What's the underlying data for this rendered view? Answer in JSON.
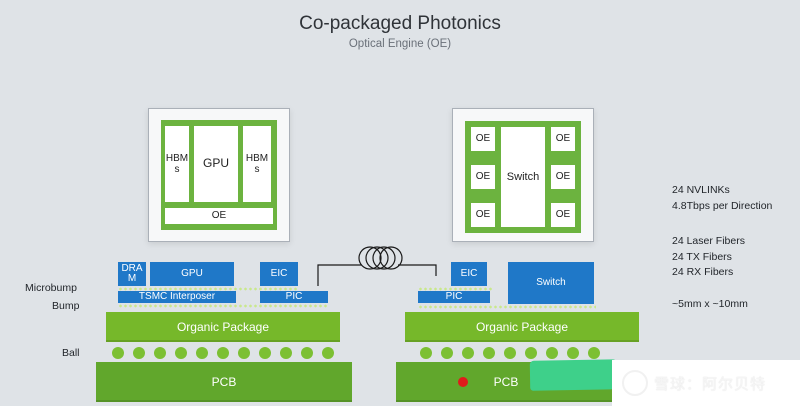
{
  "title": "Co-packaged Photonics",
  "subtitle": "Optical Engine (OE)",
  "gpu_top": {
    "hbm_left": "HBM s",
    "gpu": "GPU",
    "hbm_right": "HBM s",
    "oe": "OE"
  },
  "switch_top": {
    "oe_label": "OE",
    "switch": "Switch"
  },
  "left_stack": {
    "dram": "DRA M",
    "gpu": "GPU",
    "eic": "EIC",
    "interposer": "TSMC Interposer",
    "pic": "PIC",
    "package": "Organic Package",
    "pcb": "PCB"
  },
  "right_stack": {
    "eic": "EIC",
    "switch": "Switch",
    "pic": "PIC",
    "package": "Organic Package",
    "pcb": "PCB"
  },
  "layer_labels": {
    "microbump": "Microbump",
    "bump": "Bump",
    "ball": "Ball"
  },
  "specs": {
    "nvlinks": "24 NVLINKs",
    "bandwidth": "4.8Tbps per Direction",
    "laser": "24 Laser Fibers",
    "tx": "24 TX Fibers",
    "rx": "24 RX Fibers",
    "size": "~5mm x ~10mm"
  },
  "watermark": "雪球：阿尔贝特",
  "colors": {
    "green": "#76b82a",
    "blue": "#1f78c8",
    "background": "#dfe3e7"
  }
}
